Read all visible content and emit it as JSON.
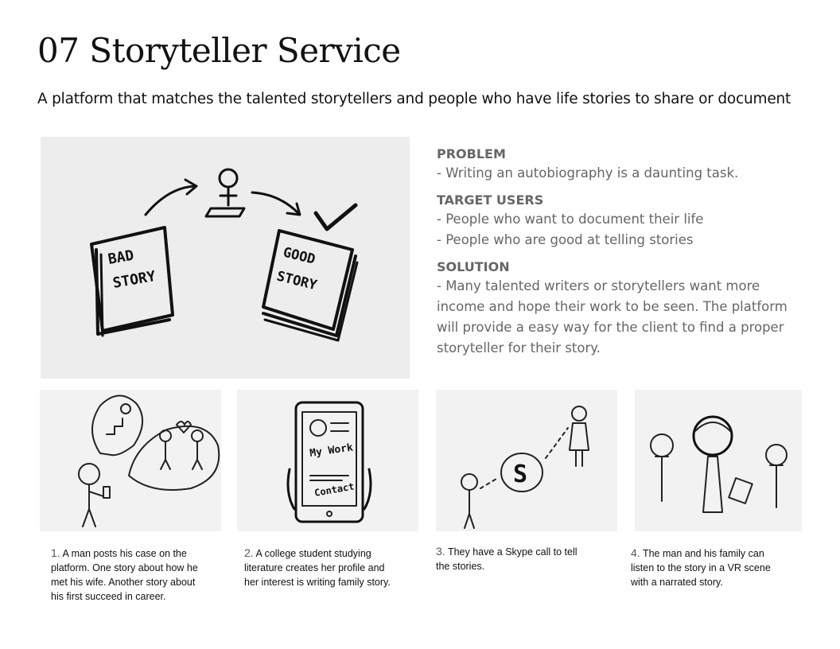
{
  "page": {
    "title": "07 Storyteller Service",
    "subtitle": "A platform that matches the talented storytellers and people who have life stories to share or document"
  },
  "hero_sketch": {
    "left_book_label": [
      "BAD",
      "STORY"
    ],
    "right_book_label": [
      "GOOD",
      "STORY"
    ]
  },
  "sections": [
    {
      "heading": "PROBLEM",
      "lines": [
        "- Writing an autobiography is a daunting task."
      ]
    },
    {
      "heading": "TARGET USERS",
      "lines": [
        "- People who want to document their life",
        "- People who are good at telling stories"
      ]
    },
    {
      "heading": "SOLUTION",
      "lines": [
        "- Many talented writers or storytellers want more",
        "income and hope their work to be seen. The platform",
        "will provide a easy way for the client to find a proper",
        "storyteller for their story."
      ]
    }
  ],
  "storyboard": [
    {
      "number": "1.",
      "text": "A man posts his case on the platform. One story about how he met his wife. Another story about his first succeed in career."
    },
    {
      "number": "2.",
      "text": "A college student studying literature creates her profile and her interest is writing family story.",
      "sketch_labels": [
        "My Work",
        "Contact"
      ]
    },
    {
      "number": "3.",
      "text": "They have a Skype call to tell the stories.",
      "sketch_labels": [
        "S"
      ]
    },
    {
      "number": "4.",
      "text": "The man and his family can listen to the story in a VR scene with a narrated story."
    }
  ]
}
